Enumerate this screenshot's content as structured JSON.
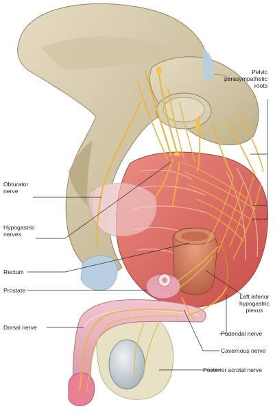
{
  "labels": {
    "pelvic_roots": "Pelvic parasympathetic roots",
    "obturator": "Obturator nerve",
    "hypogastric": "Hypogastric nerves",
    "rectum": "Rectum",
    "prostate": "Prostate",
    "left_inferior": "Left inferior hypogastric plexus",
    "dorsal": "Dorsal nerve",
    "pudendal": "Pudendal nerve",
    "cavernous": "Cavernous nerve",
    "posterior_scrotal": "Posterior scrotal nerve"
  },
  "colors": {
    "bone": "#d9cfb1",
    "bone_shadow": "#b9ab86",
    "muscle": "#d9625a",
    "muscle_light": "#eea396",
    "nerve": "#e9b541",
    "cartilage": "#b7cfe0",
    "skin": "#e6b4bf",
    "glans": "#e98296",
    "scrotum": "#e7e2c5"
  }
}
